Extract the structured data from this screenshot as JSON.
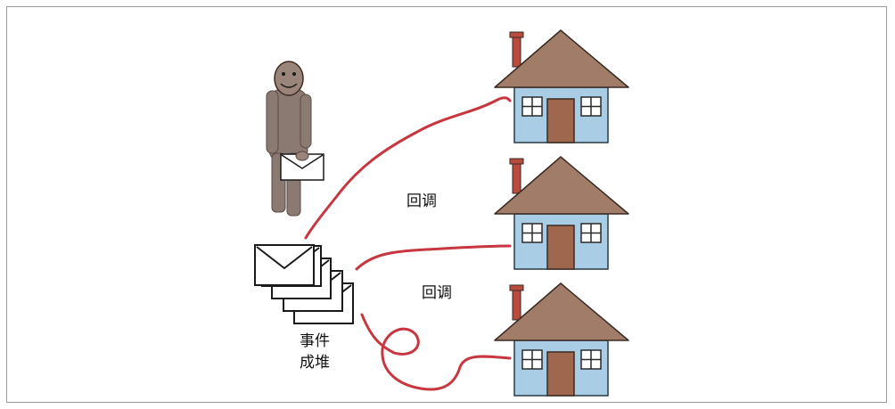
{
  "labels": {
    "callback_top": "回调",
    "callback_bottom": "回调",
    "events_line1": "事件",
    "events_line2": "成堆"
  },
  "colors": {
    "wire": "#c8363f",
    "roof": "#a07c69",
    "roof_outline": "#3a2a22",
    "wall": "#a8cde4",
    "door": "#a0674f",
    "chimney": "#b84a3e",
    "person": "#8a7a72",
    "person_head": "#9b857a",
    "envelope": "#ffffff"
  },
  "icons": [
    "person-icon",
    "envelope-icon",
    "house-icon"
  ]
}
